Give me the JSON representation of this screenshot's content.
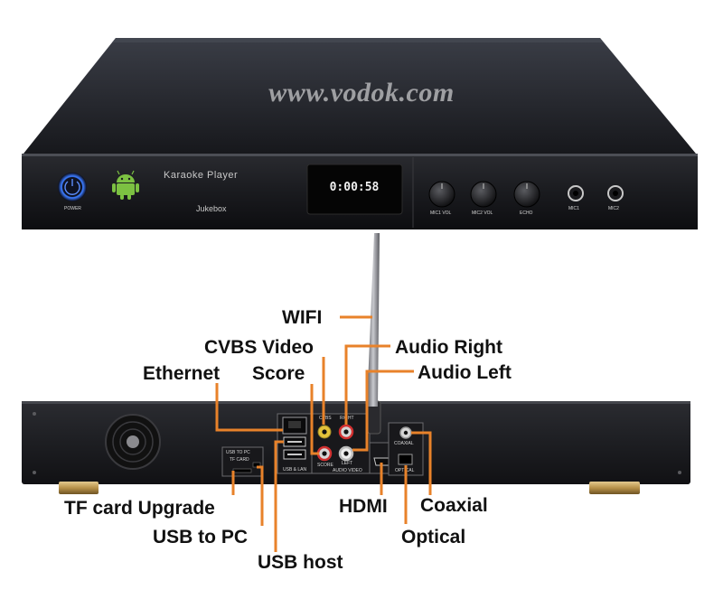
{
  "watermark": "www.vodok.com",
  "front_panel": {
    "power_label": "POWER",
    "product_name": "Karaoke Player",
    "subtitle": "Jukebox",
    "display_time": "0:00:58",
    "knobs": [
      "MIC1 VOL",
      "MIC2 VOL",
      "ECHO"
    ],
    "mic_jacks": [
      "MIC1",
      "MIC2"
    ]
  },
  "rear_panel": {
    "usb_pc_label": "USB TO PC",
    "tf_card_label": "TF CARD",
    "usb_lan_label": "USB & LAN",
    "cvbs_label": "CVBS",
    "right_label": "RIGHT",
    "left_label": "LEFT",
    "score_label": "SCORE",
    "audio_video_label": "AUDIO VIDEO",
    "coaxial_label": "COAXIAL",
    "optical_label": "OPTICAL"
  },
  "callouts": {
    "wifi": "WIFI",
    "cvbs_video": "CVBS Video",
    "audio_right": "Audio Right",
    "ethernet": "Ethernet",
    "score": "Score",
    "audio_left": "Audio Left",
    "tf_card_upgrade": "TF card Upgrade",
    "usb_to_pc": "USB to PC",
    "usb_host": "USB host",
    "hdmi": "HDMI",
    "coaxial": "Coaxial",
    "optical": "Optical"
  },
  "colors": {
    "leader_line": "#e8822a",
    "chassis": "#1c1d22",
    "power_ring": "#3b7bff",
    "display_digits": "#f0f0f0",
    "android_green": "#7cc142"
  }
}
